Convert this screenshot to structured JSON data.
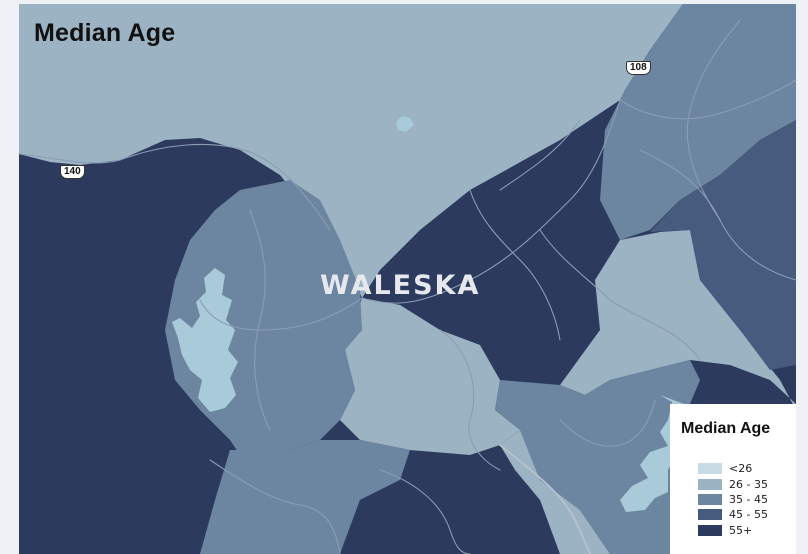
{
  "title": "Median Age",
  "place_label": "WALESKA",
  "route_shields": {
    "north_east": "108",
    "north_west": "140"
  },
  "legend": {
    "title": "Median Age",
    "items": [
      {
        "label": "<26",
        "color": "#c9dbe3"
      },
      {
        "label": "26 - 35",
        "color": "#9bb3c3"
      },
      {
        "label": "35 - 45",
        "color": "#6c85a0"
      },
      {
        "label": "45 - 55",
        "color": "#475b7e"
      },
      {
        "label": "55+",
        "color": "#2c3a5e"
      }
    ]
  },
  "colors": {
    "water": "#a9cbd9",
    "road": "#8b9cb4",
    "road_major": "#b7c2d0",
    "frame": "#eef1f5"
  }
}
